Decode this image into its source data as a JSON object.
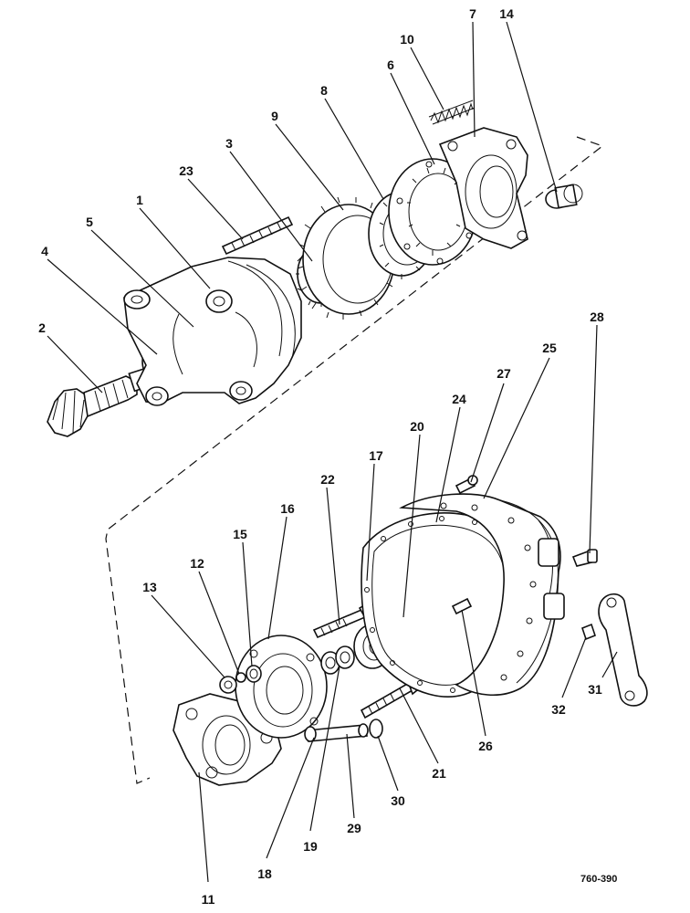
{
  "figure_id": "760-390",
  "callouts": [
    {
      "label": "1"
    },
    {
      "label": "2"
    },
    {
      "label": "3"
    },
    {
      "label": "4"
    },
    {
      "label": "5"
    },
    {
      "label": "6"
    },
    {
      "label": "7"
    },
    {
      "label": "8"
    },
    {
      "label": "9"
    },
    {
      "label": "10"
    },
    {
      "label": "11"
    },
    {
      "label": "12"
    },
    {
      "label": "13"
    },
    {
      "label": "14"
    },
    {
      "label": "15"
    },
    {
      "label": "16"
    },
    {
      "label": "17"
    },
    {
      "label": "18"
    },
    {
      "label": "19"
    },
    {
      "label": "20"
    },
    {
      "label": "21"
    },
    {
      "label": "22"
    },
    {
      "label": "23"
    },
    {
      "label": "24"
    },
    {
      "label": "25"
    },
    {
      "label": "26"
    },
    {
      "label": "27"
    },
    {
      "label": "28"
    },
    {
      "label": "29"
    },
    {
      "label": "30"
    },
    {
      "label": "31"
    },
    {
      "label": "32"
    }
  ]
}
